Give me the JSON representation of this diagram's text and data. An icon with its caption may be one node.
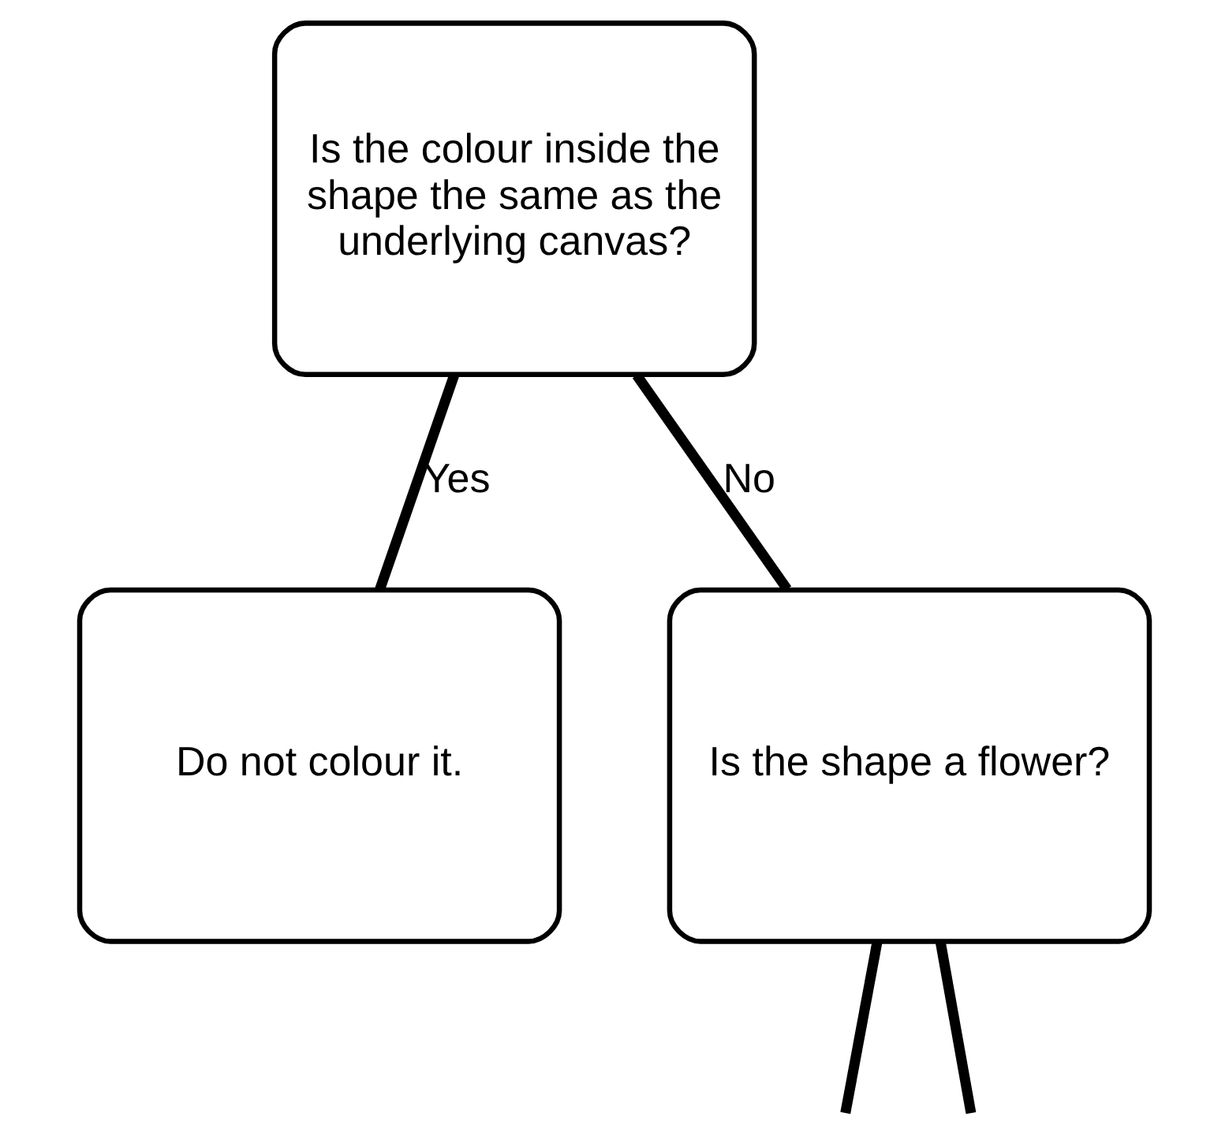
{
  "diagram": {
    "nodes": [
      {
        "text": [
          "Is the colour inside the shape the same as the underlying canvas?"
        ]
      },
      {
        "text": [
          "Do not colour it."
        ]
      },
      {
        "text": [
          "Is the shape a flower?"
        ]
      }
    ],
    "edges": [
      {
        "from": 0,
        "to": 1,
        "label": "Yes",
        "arrow": "none"
      },
      {
        "from": 0,
        "to": 2,
        "label": "No",
        "arrow": "none"
      },
      {
        "from": 2,
        "to": null,
        "arrow": "none"
      },
      {
        "from": 2,
        "to": null,
        "arrow": "none"
      }
    ]
  }
}
